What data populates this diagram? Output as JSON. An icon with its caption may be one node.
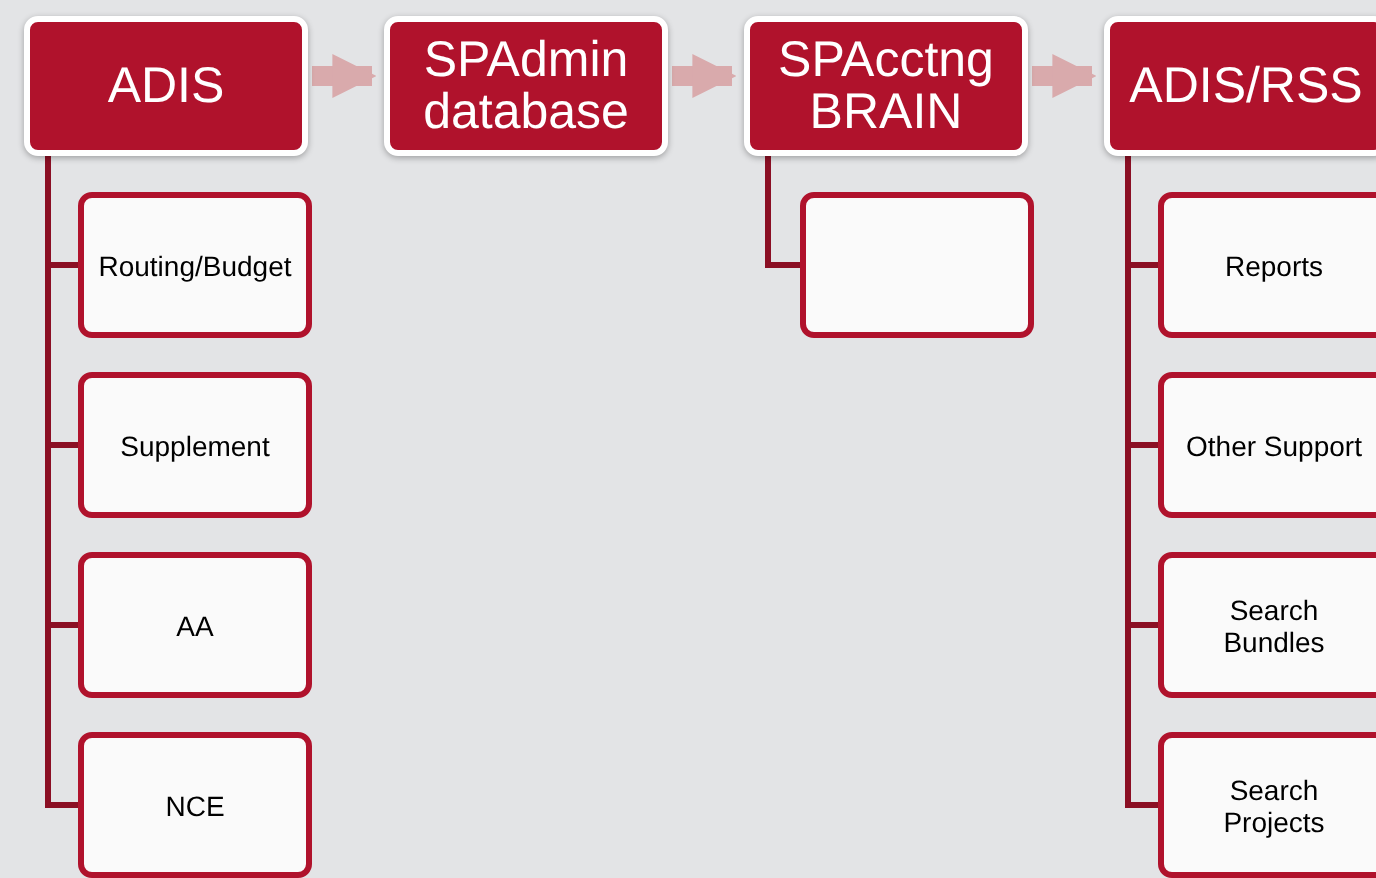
{
  "diagram": {
    "nodes": [
      {
        "text": [
          "ADIS"
        ]
      },
      {
        "text": [
          "SPAdmin database"
        ]
      },
      {
        "text": [
          "SPAcctng BRAIN"
        ]
      },
      {
        "text": [
          "ADIS/RSS"
        ]
      },
      {
        "text": [
          "Routing/Budget"
        ]
      },
      {
        "text": [
          "Supplement"
        ]
      },
      {
        "text": [
          "AA"
        ]
      },
      {
        "text": [
          "NCE"
        ]
      },
      {
        "text": [],
        "shape": "box"
      },
      {
        "text": [
          "Reports"
        ]
      },
      {
        "text": [
          "Other Support"
        ]
      },
      {
        "text": [
          "Search Bundles"
        ]
      },
      {
        "text": [
          "Search Projects"
        ]
      }
    ],
    "edges": [
      {
        "from": 0,
        "to": 1,
        "arrow": "to",
        "style": "thick",
        "color": "#d9aaac"
      },
      {
        "from": 1,
        "to": 2,
        "arrow": "to",
        "style": "thick",
        "color": "#d9aaac"
      },
      {
        "from": 2,
        "to": 3,
        "arrow": "to",
        "style": "thick",
        "color": "#d9aaac"
      },
      {
        "from": 0,
        "to": 4,
        "arrow": "none"
      },
      {
        "from": 0,
        "to": 5,
        "arrow": "none"
      },
      {
        "from": 0,
        "to": 6,
        "arrow": "none"
      },
      {
        "from": 0,
        "to": 7,
        "arrow": "none"
      },
      {
        "from": 2,
        "to": 8,
        "arrow": "none"
      },
      {
        "from": 3,
        "to": 9,
        "arrow": "none"
      },
      {
        "from": 3,
        "to": 10,
        "arrow": "none"
      },
      {
        "from": 3,
        "to": 11,
        "arrow": "none"
      },
      {
        "from": 3,
        "to": 12,
        "arrow": "none"
      }
    ]
  }
}
